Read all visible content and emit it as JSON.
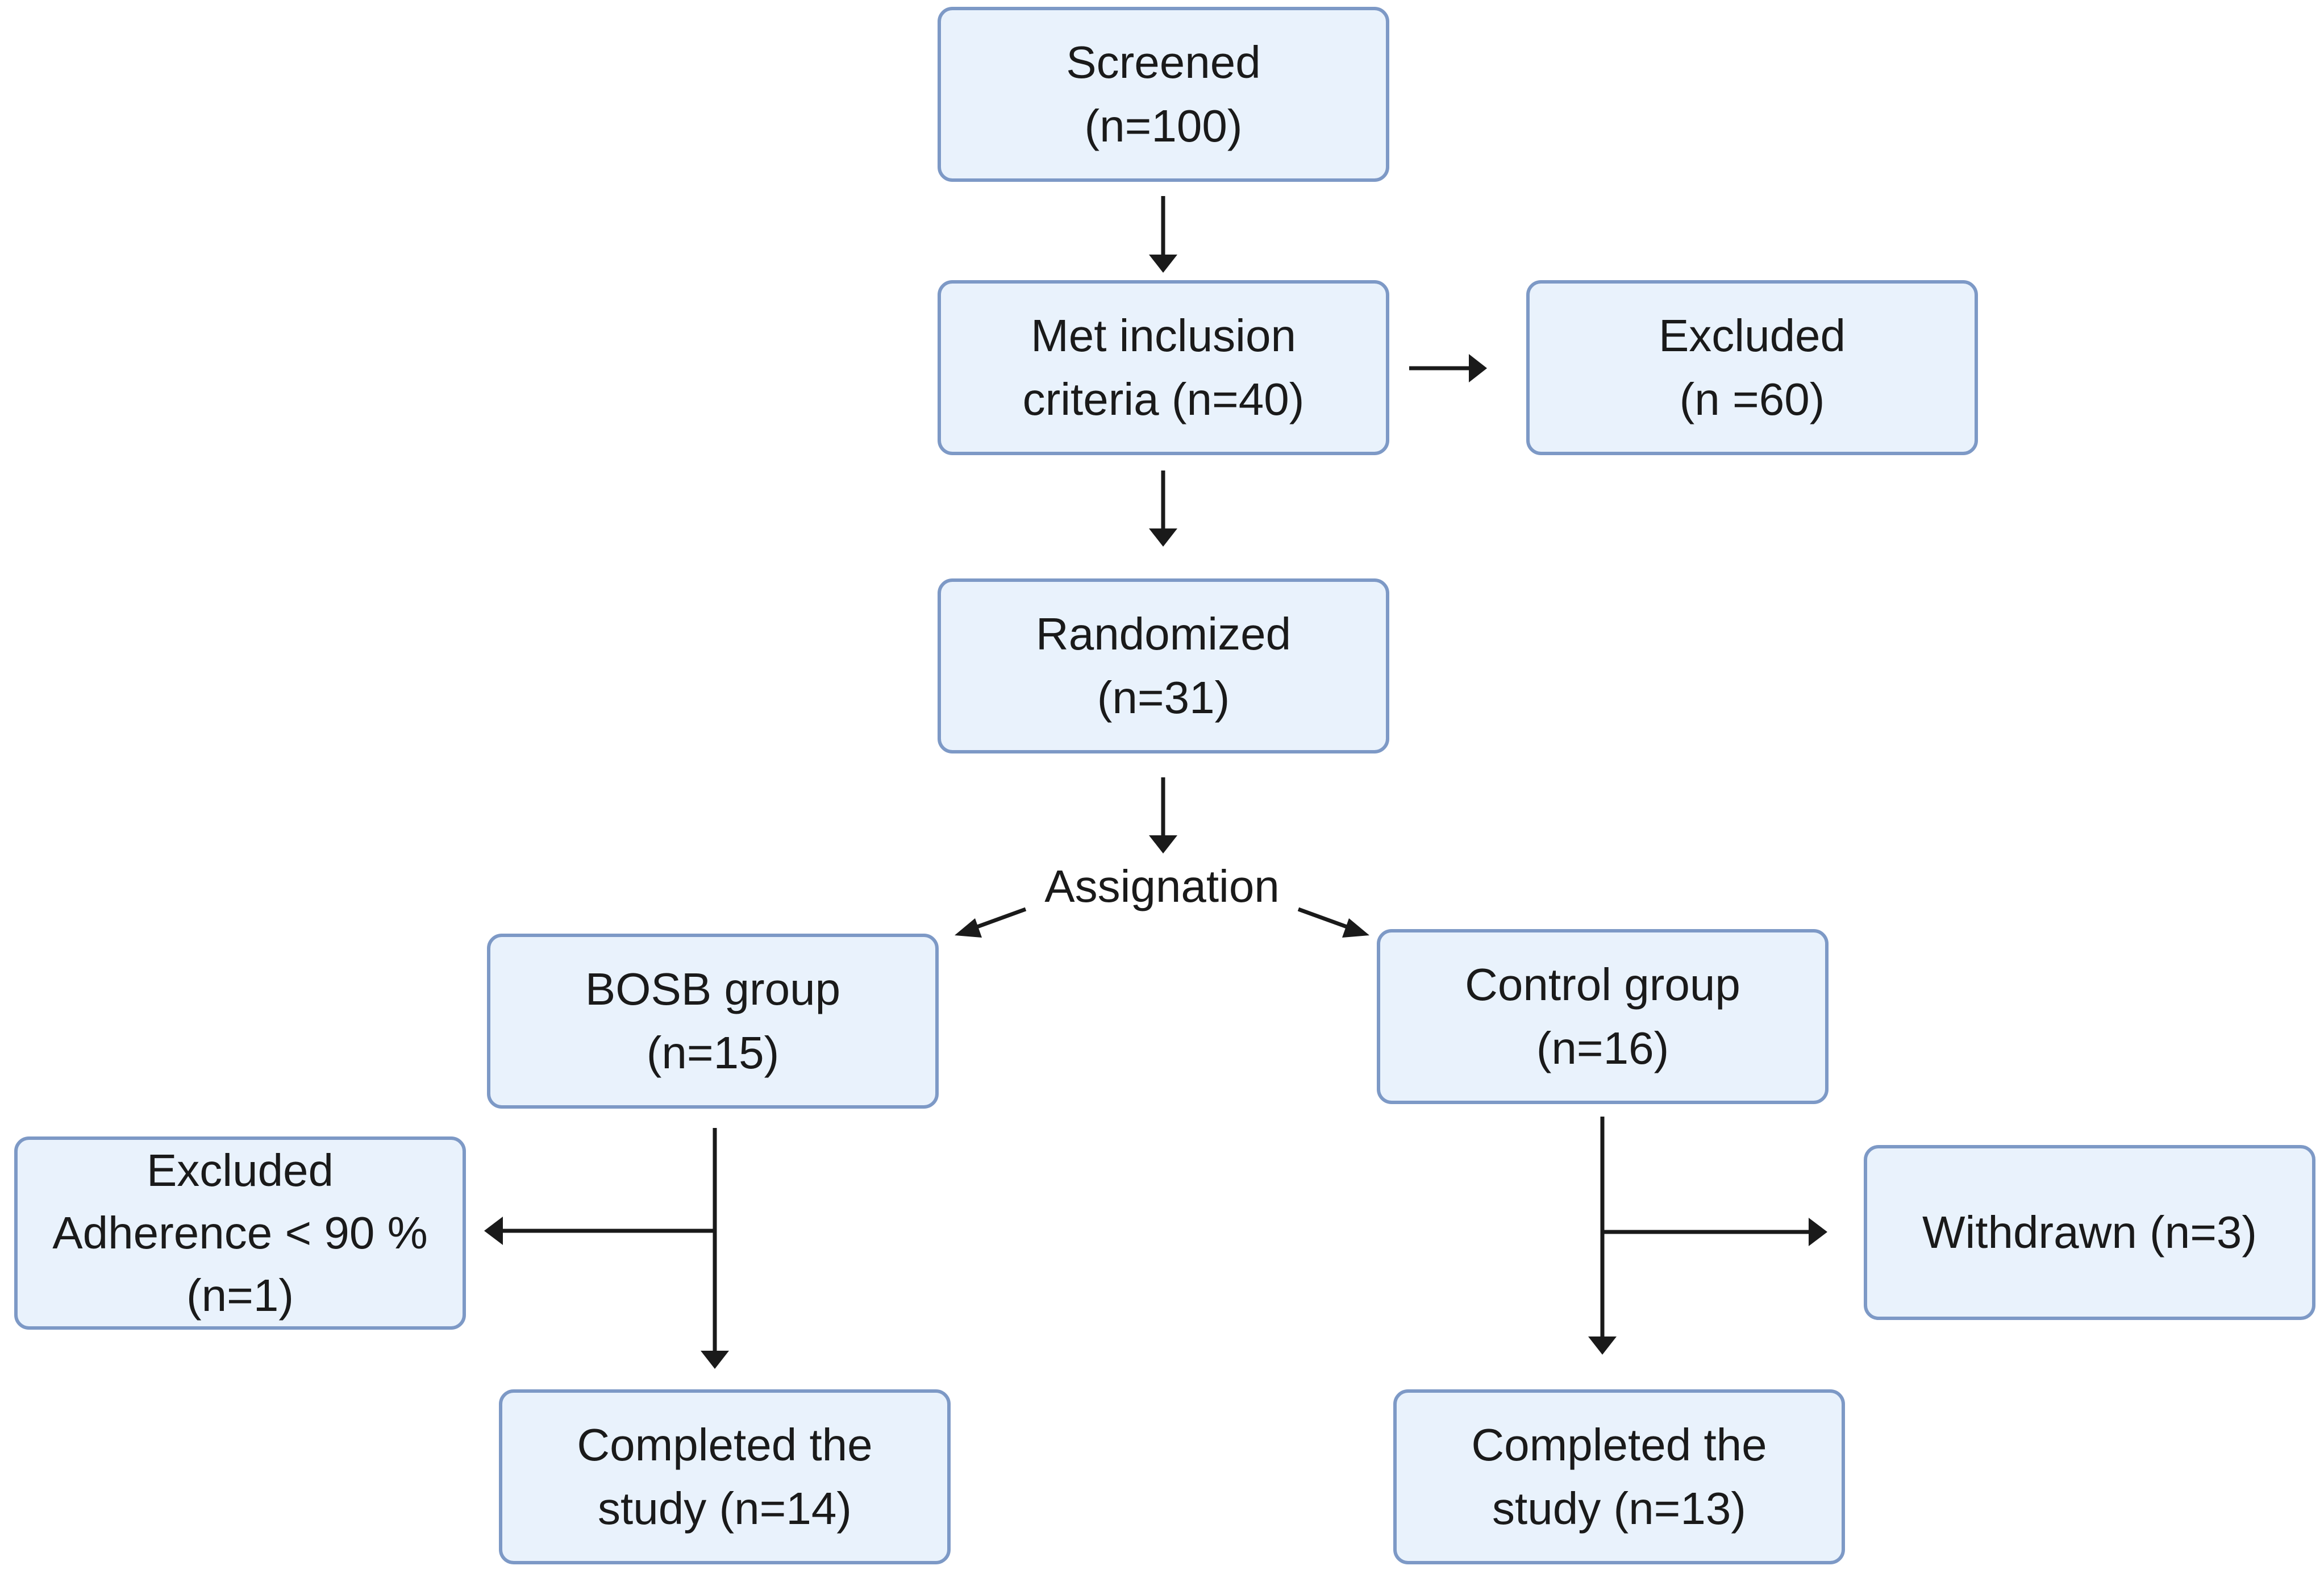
{
  "nodes": {
    "screened": {
      "line1": "Screened",
      "line2": "(n=100)"
    },
    "met_inclusion": {
      "line1": "Met inclusion",
      "line2": "criteria (n=40)"
    },
    "excluded_top": {
      "line1": "Excluded",
      "line2": "(n =60)"
    },
    "randomized": {
      "line1": "Randomized",
      "line2": "(n=31)"
    },
    "assignation": {
      "label": "Assignation"
    },
    "bosb_group": {
      "line1": "BOSB group",
      "line2": "(n=15)"
    },
    "control_group": {
      "line1": "Control group",
      "line2": "(n=16)"
    },
    "excluded_adherence": {
      "line1": "Excluded",
      "line2": "Adherence < 90 %",
      "line3": "(n=1)"
    },
    "withdrawn": {
      "line1": "Withdrawn (n=3)"
    },
    "completed_bosb": {
      "line1": "Completed the",
      "line2": "study (n=14)"
    },
    "completed_control": {
      "line1": "Completed the",
      "line2": "study (n=13)"
    }
  },
  "colors": {
    "box_fill": "#e9f2fc",
    "box_border": "#7d99c6",
    "arrow": "#1a1a1a"
  }
}
